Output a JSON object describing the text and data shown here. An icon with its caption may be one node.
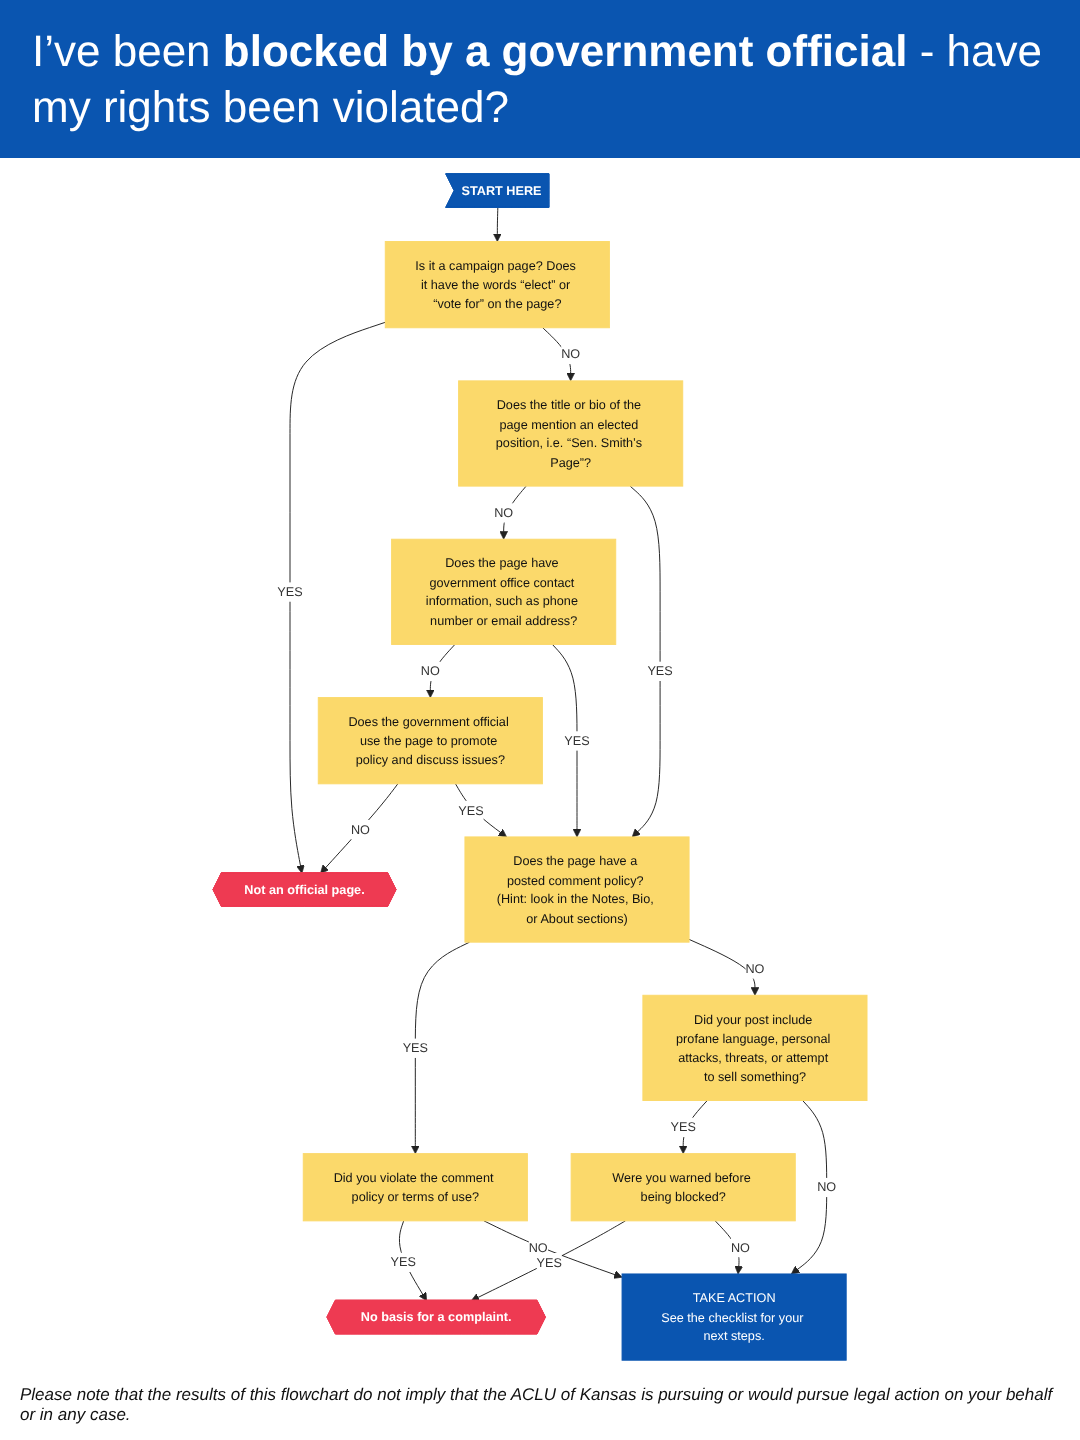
{
  "diagram": {
    "title": "I’ve been **blocked by a government official** - have my rights been violated?",
    "caption": "Please note that the results of this flowchart do not imply that the ACLU of Kansas is pursuing or would pursue legal action on your behalf or in any case.",
    "nodes": [
      {
        "text": [
          "START HERE"
        ]
      },
      {
        "text": [
          "Is it a campaign page? Does it have the words “elect” or “vote for” on the page?"
        ]
      },
      {
        "text": [
          "Not an official page."
        ]
      },
      {
        "text": [
          "Does the title or bio of the page mention an elected position, i.e. “Sen. Smith’s Page”?"
        ]
      },
      {
        "text": [
          "Does the page have government office contact information, such as phone number or email address?"
        ]
      },
      {
        "text": [
          "Does the government official use the page to promote policy and discuss issues?"
        ]
      },
      {
        "text": [
          "Does the page have a posted comment policy? (Hint: look in the Notes, Bio, or About sections)"
        ]
      },
      {
        "text": [
          "Did you violate the comment policy or terms of use?"
        ]
      },
      {
        "text": [
          "No basis for a complaint."
        ]
      },
      {
        "text": [
          "Did your post include profane language, personal attacks, threats, or attempt to sell something?"
        ]
      },
      {
        "text": [
          "Were you warned before being blocked?"
        ]
      },
      {
        "text": [
          "TAKE ACTION",
          "See the checklist for your next steps."
        ]
      }
    ],
    "edges": [
      {
        "from": 0,
        "to": 1,
        "arrow": "to"
      },
      {
        "from": 1,
        "to": 2,
        "arrow": "to",
        "label": "YES"
      },
      {
        "from": 1,
        "to": 3,
        "arrow": "to",
        "label": "NO"
      },
      {
        "from": 3,
        "to": 4,
        "arrow": "to",
        "label": "NO"
      },
      {
        "from": 4,
        "to": 5,
        "arrow": "to",
        "label": "NO"
      },
      {
        "from": 5,
        "to": 2,
        "arrow": "to",
        "label": "NO"
      },
      {
        "from": 3,
        "to": 6,
        "arrow": "to",
        "label": "YES"
      },
      {
        "from": 4,
        "to": 6,
        "arrow": "to",
        "label": "YES"
      },
      {
        "from": 5,
        "to": 6,
        "arrow": "to",
        "label": "YES"
      },
      {
        "from": 6,
        "to": 7,
        "arrow": "to",
        "label": "YES"
      },
      {
        "from": 6,
        "to": 9,
        "arrow": "to",
        "label": "NO"
      },
      {
        "from": 7,
        "to": 8,
        "arrow": "to",
        "label": "YES"
      },
      {
        "from": 7,
        "to": 11,
        "arrow": "to",
        "label": "NO"
      },
      {
        "from": 9,
        "to": 10,
        "arrow": "to",
        "label": "YES"
      },
      {
        "from": 10,
        "to": 8,
        "arrow": "to",
        "label": "YES"
      },
      {
        "from": 10,
        "to": 11,
        "arrow": "to",
        "label": "NO"
      },
      {
        "from": 9,
        "to": 11,
        "arrow": "to",
        "label": "NO"
      }
    ]
  }
}
